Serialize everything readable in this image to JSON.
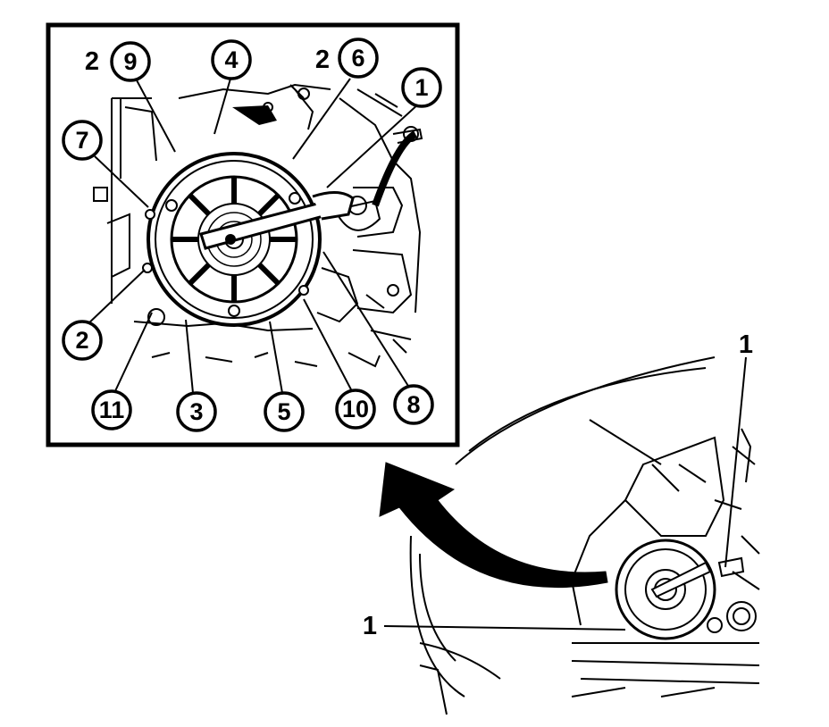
{
  "inset": {
    "callouts": [
      {
        "id": "9",
        "prefix": "2"
      },
      {
        "id": "4",
        "prefix": ""
      },
      {
        "id": "6",
        "prefix": "2"
      },
      {
        "id": "1",
        "prefix": ""
      },
      {
        "id": "7",
        "prefix": ""
      },
      {
        "id": "2",
        "prefix": ""
      },
      {
        "id": "11",
        "prefix": ""
      },
      {
        "id": "3",
        "prefix": ""
      },
      {
        "id": "5",
        "prefix": ""
      },
      {
        "id": "10",
        "prefix": ""
      },
      {
        "id": "8",
        "prefix": ""
      }
    ]
  },
  "overview": {
    "labels": [
      "1",
      "1"
    ]
  },
  "colors": {
    "ink": "#000000",
    "paper": "#ffffff"
  }
}
